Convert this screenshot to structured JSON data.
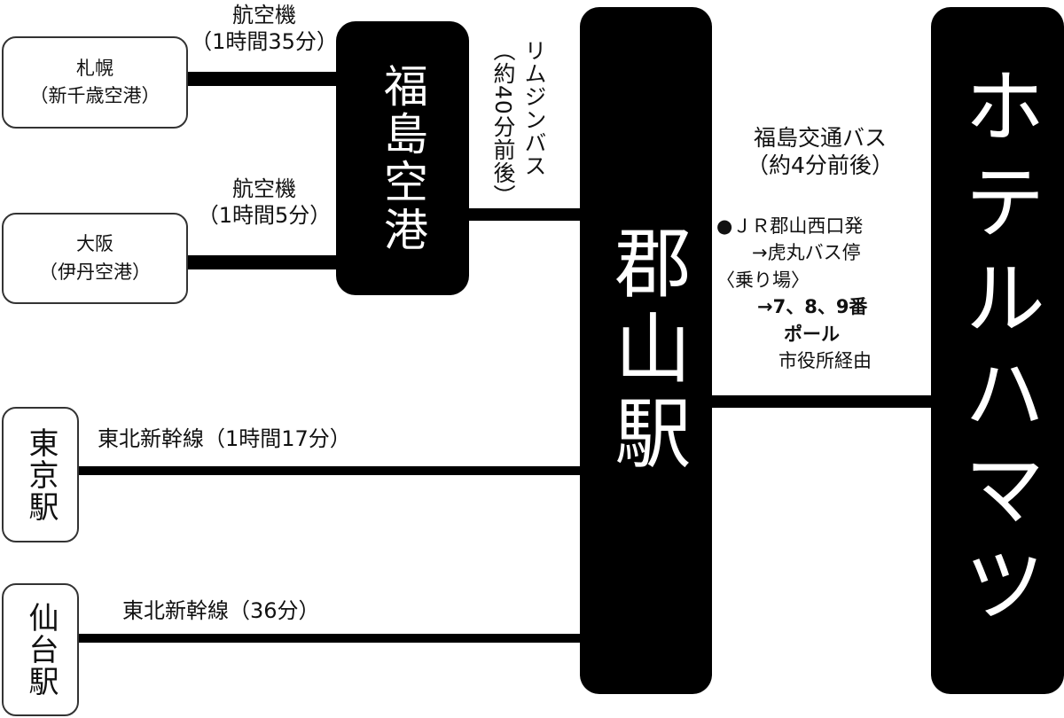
{
  "nodes": {
    "sapporo": {
      "name": "札幌",
      "sub": "（新千歳空港）"
    },
    "osaka": {
      "name": "大阪",
      "sub": "（伊丹空港）"
    },
    "tokyo": {
      "name": "東京駅"
    },
    "sendai": {
      "name": "仙台駅"
    },
    "fukushima_airport": {
      "name": "福島空港"
    },
    "koriyama": {
      "name": "郡山駅"
    },
    "hotel": {
      "name": "ホテルハマツ"
    }
  },
  "routes": {
    "sapporo_air": {
      "mode": "航空機",
      "time": "（1時間35分）"
    },
    "osaka_air": {
      "mode": "航空機",
      "time": "（1時間5分）"
    },
    "limousine": {
      "mode": "リムジンバス",
      "time_prefix": "（約",
      "time_num": "40",
      "time_suffix": "分前後）"
    },
    "tokyo_shinkansen": {
      "label": "東北新幹線（1時間17分）"
    },
    "sendai_shinkansen": {
      "label": "東北新幹線（36分）"
    },
    "bus": {
      "title": "福島交通バス",
      "time": "（約4分前後）",
      "depart": "●ＪＲ郡山西口発",
      "stop": "→虎丸バス停",
      "platform_label": "〈乗り場〉",
      "platform_poles": "→7、8、9番",
      "platform_pole_word": "ポール",
      "via": "市役所経由"
    }
  },
  "colors": {
    "box_fill": "#000000",
    "box_text": "#ffffff",
    "line": "#000000",
    "border": "#333333"
  }
}
